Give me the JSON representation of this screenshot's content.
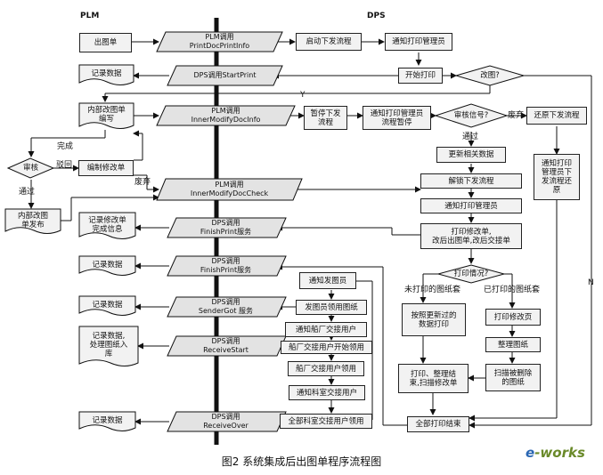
{
  "header": {
    "plm": "PLM",
    "dps": "DPS"
  },
  "plm_column": {
    "issue_drawing": "出图单",
    "record_data_1": "记录数据",
    "internal_change_draft": "内部改图单\n编写",
    "review": "审核",
    "compile_change": "编制修改单",
    "internal_change_release": "内部改图\n单发布",
    "record_change_info": "记录修改单\n完成信息",
    "record_data_2": "记录数据",
    "record_data_3": "记录数据",
    "record_data_archive": "记录数据,\n处理图纸入\n库",
    "record_data_4": "记录数据"
  },
  "calls": [
    {
      "title": "PLM调用",
      "func": "PrintDocPrintInfo"
    },
    {
      "title": "DPS调用StartPrint",
      "func": ""
    },
    {
      "title": "PLM调用",
      "func": "InnerModifyDocInfo"
    },
    {
      "title": "PLM调用",
      "func": "InnerModifyDocCheck"
    },
    {
      "title": "DPS调用",
      "func": "FinishPrint服务"
    },
    {
      "title": "DPS调用",
      "func": "FinishPrint服务"
    },
    {
      "title": "DPS调用",
      "func": "SenderGot 服务"
    },
    {
      "title": "DPS调用",
      "func": "ReceiveStart"
    },
    {
      "title": "DPS调用",
      "func": "ReceiveOver"
    }
  ],
  "dps_column": {
    "start_flow": "启动下发流程",
    "notify_print_admin": "通知打印管理员",
    "start_print": "开始打印",
    "modify_drawing_q": "改图?",
    "pause_flow": "暂停下发\n流程",
    "notify_pause": "通知打印管理员\n流程暂停",
    "review_signal_q": "审核信号?",
    "restore_flow": "还原下发流程",
    "notify_restore": "通知打印\n管理员下\n发流程还\n原",
    "update_data": "更新相关数据",
    "unlock_flow": "解锁下发流程",
    "notify_admin_2": "通知打印管理员",
    "print_change": "打印修改单,\n改后出图单,改后交接单",
    "print_status_q": "打印情况?",
    "unprinted_sets": "未打印的图纸套",
    "printed_sets": "已打印的图纸套",
    "print_by_updated": "按照更新过的\n数据打印",
    "print_change_page": "打印修改页",
    "arrange_drawings": "整理图纸",
    "scan_deleted": "扫描被删除\n的图纸",
    "print_finish_scan": "打印、整理结\n束,扫描修改单",
    "all_print_end": "全部打印结束"
  },
  "dispatch_column": {
    "notify_sender": "通知发图员",
    "sender_receive": "发图员领用图纸",
    "notify_shipyard": "通知船厂交接用户",
    "shipyard_start": "船厂交接用户开始领用",
    "shipyard_receive": "船厂交接用户领用",
    "notify_dept": "通知科室交接用户",
    "all_dept_receive": "全部科室交接用户领用"
  },
  "edge_labels": {
    "y": "Y",
    "n": "N",
    "done": "完成",
    "reject": "驳回",
    "abandon_1": "废弃",
    "abandon_2": "废弃",
    "pass_1": "通过",
    "pass_2": "通过"
  },
  "caption": "图2  系统集成后出图单程序流程图",
  "logo": {
    "e": "e",
    "works": "-works"
  }
}
